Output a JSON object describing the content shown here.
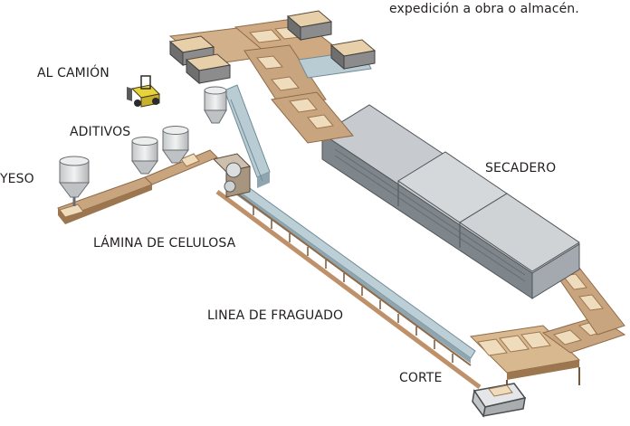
{
  "caption_fragment": "expedición a obra o almacén.",
  "labels": {
    "al_camion": "AL CAMIÓN",
    "aditivos": "ADITIVOS",
    "yeso": "YESO",
    "secadero": "SECADERO",
    "lamina_celulosa": "LÁMINA DE CELULOSA",
    "linea_fraguado": "LINEA DE FRAGUADO",
    "corte": "CORTE"
  },
  "colors": {
    "conveyor": "#c9a57f",
    "conveyor_dark": "#8f6a48",
    "board": "#e6cfa9",
    "dryer_top": "#c7cbcf",
    "dryer_side": "#8d9399",
    "dryer_front": "#6f757b",
    "belt_blue": "#b9ccd4",
    "silo": "#dcdedf",
    "forklift": "#e8d23a"
  }
}
